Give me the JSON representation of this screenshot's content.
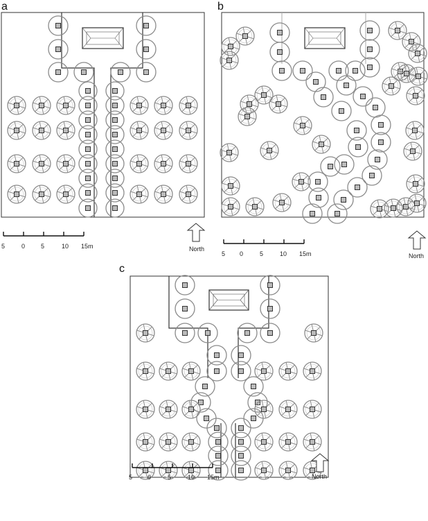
{
  "panels": [
    {
      "label": "a",
      "north_label": "North",
      "scale_ticks": [
        "5",
        "0",
        "5",
        "10",
        "15m"
      ]
    },
    {
      "label": "b",
      "north_label": "North",
      "scale_ticks": [
        "5",
        "0",
        "5",
        "10",
        "15m"
      ]
    },
    {
      "label": "c",
      "north_label": "North",
      "scale_ticks": [
        "5",
        "0",
        "5",
        "10",
        "15m"
      ]
    }
  ],
  "colors": {
    "frame": "#333333",
    "tree": "#8a8a8a",
    "trunk_fill": "#bbbbbb"
  }
}
